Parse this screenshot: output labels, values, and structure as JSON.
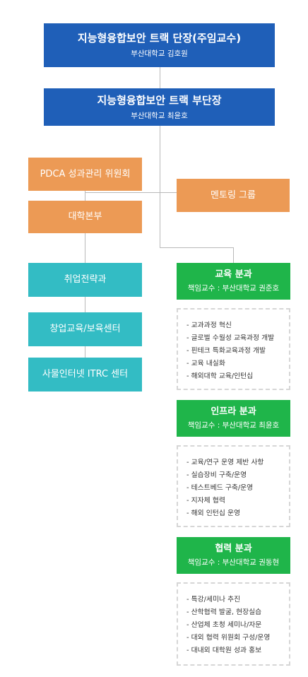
{
  "head": {
    "title": "지능형융합보안 트랙 단장(주임교수)",
    "subtitle": "부산대학교 김호원"
  },
  "deputy": {
    "title": "지능형융합보안 트랙 부단장",
    "subtitle": "부산대학교 최윤호"
  },
  "pdca": {
    "label": "PDCA 성과관리 위원회"
  },
  "mentoring": {
    "label": "멘토링 그룹"
  },
  "univ_hq": {
    "label": "대학본부"
  },
  "left_units": [
    {
      "label": "취업전략과"
    },
    {
      "label": "창업교육/보육센터"
    },
    {
      "label": "사물인터넷 ITRC 센터"
    }
  ],
  "divisions": [
    {
      "title": "교육 분과",
      "subtitle": "책임교수 : 부산대학교 권준호",
      "items": [
        "- 교과과정 혁신",
        "- 글로벌 수월성 교육과정 개발",
        "- 핀테크 특화교육과정 개발",
        "- 교육 내실화",
        "- 해외대학 교육/인턴십"
      ]
    },
    {
      "title": "인프라 분과",
      "subtitle": "책임교수 : 부산대학교 최윤호",
      "items": [
        "- 교육/연구 운영 제반 사항",
        "- 실습장비 구축/운영",
        "- 테스트베드 구축/운영",
        "- 지자체 협력",
        "- 해외 인턴십 운영"
      ]
    },
    {
      "title": "협력 분과",
      "subtitle": "책임교수 : 부산대학교 권동현",
      "items": [
        "- 특강/세미나 추진",
        "- 산학협력 발굴, 현장실습",
        "- 산업체 초청 세미나/자문",
        "- 대외 협력 위원회 구성/운영",
        "- 대내외 대학원 성과 홍보"
      ]
    }
  ],
  "colors": {
    "blue": "#1f5fb8",
    "orange": "#ec9a55",
    "teal": "#33bcc4",
    "green": "#1fb54a",
    "line": "#b9b9b9"
  }
}
